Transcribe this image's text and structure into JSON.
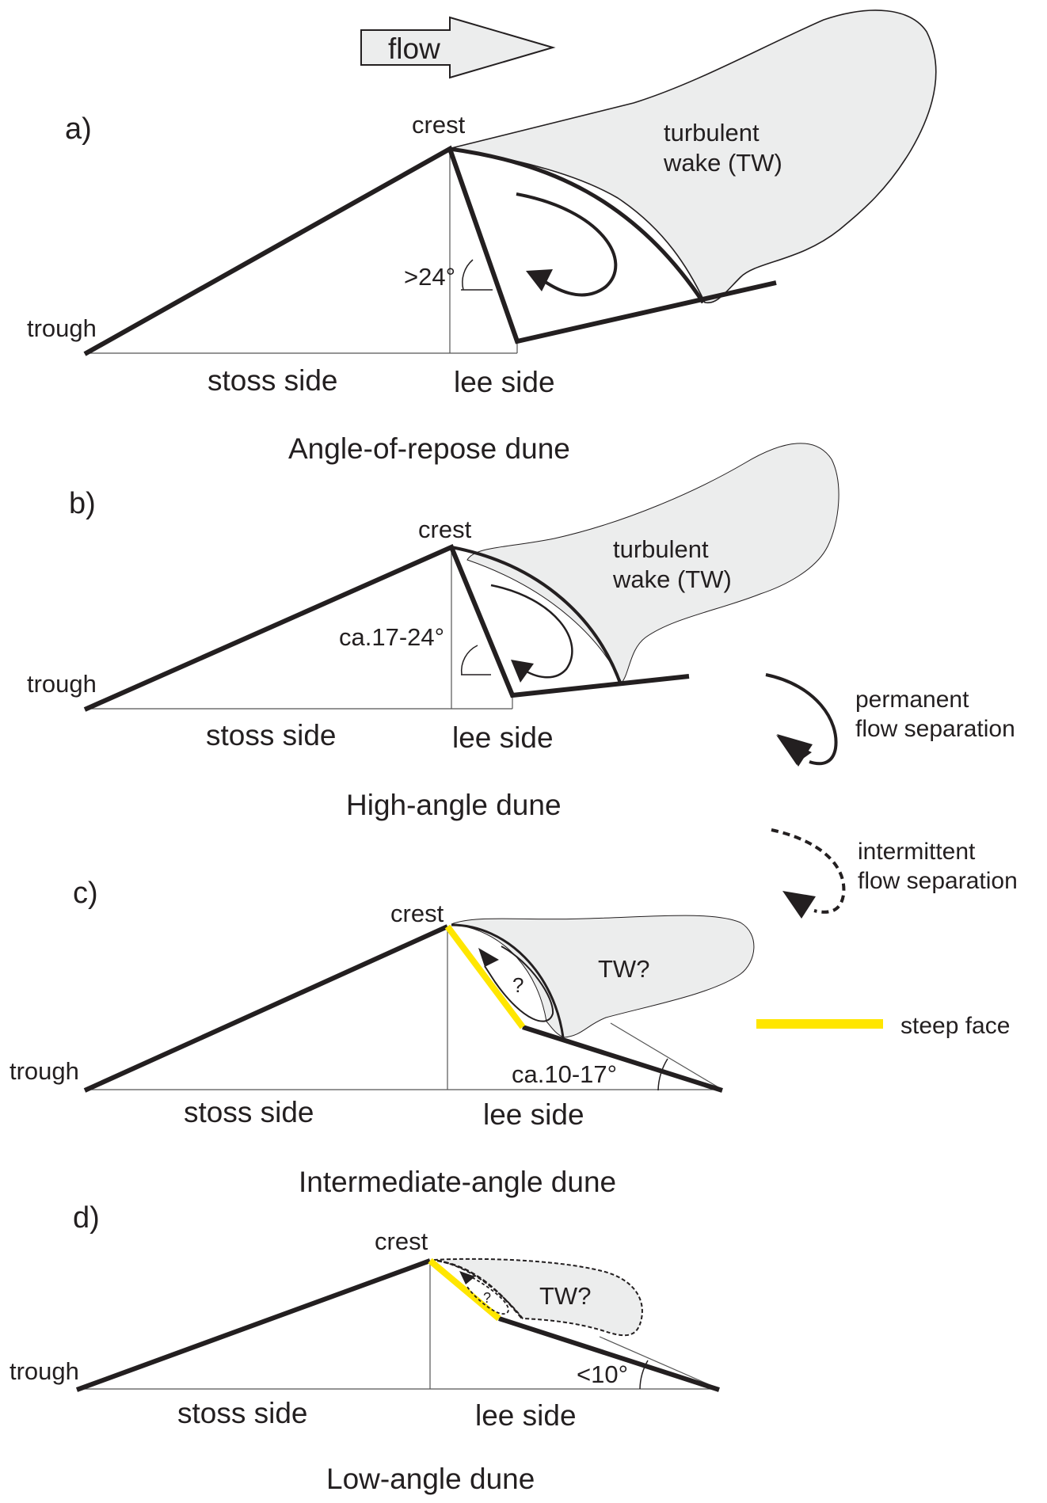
{
  "flow_arrow": {
    "label": "flow"
  },
  "panels": [
    {
      "id": "a",
      "panel_label": "a)",
      "title": "Angle-of-repose dune",
      "crest_label": "crest",
      "trough_label": "trough",
      "stoss_label": "stoss side",
      "lee_label": "lee side",
      "angle_label": ">24°",
      "wake_label_line1": "turbulent",
      "wake_label_line2": "wake (TW)",
      "separation": "permanent"
    },
    {
      "id": "b",
      "panel_label": "b)",
      "title": "High-angle dune",
      "crest_label": "crest",
      "trough_label": "trough",
      "stoss_label": "stoss side",
      "lee_label": "lee side",
      "angle_label": "ca.17-24°",
      "wake_label_line1": "turbulent",
      "wake_label_line2": "wake (TW)",
      "separation": "permanent"
    },
    {
      "id": "c",
      "panel_label": "c)",
      "title": "Intermediate-angle dune",
      "crest_label": "crest",
      "trough_label": "trough",
      "stoss_label": "stoss side",
      "lee_label": "lee side",
      "angle_label": "ca.10-17°",
      "wake_label": "TW?",
      "eddy_label": "?",
      "separation": "intermittent"
    },
    {
      "id": "d",
      "panel_label": "d)",
      "title": "Low-angle dune",
      "crest_label": "crest",
      "trough_label": "trough",
      "stoss_label": "stoss side",
      "lee_label": "lee side",
      "angle_label": "<10°",
      "wake_label": "TW?",
      "eddy_label": "?",
      "separation": "intermittent"
    }
  ],
  "legend": {
    "permanent_line1": "permanent",
    "permanent_line2": "flow separation",
    "intermittent_line1": "intermittent",
    "intermittent_line2": "flow separation",
    "steep_face": "steep face"
  },
  "colors": {
    "steep_face": "#ffe600",
    "wake_fill": "#eceded",
    "line": "#231f20"
  }
}
